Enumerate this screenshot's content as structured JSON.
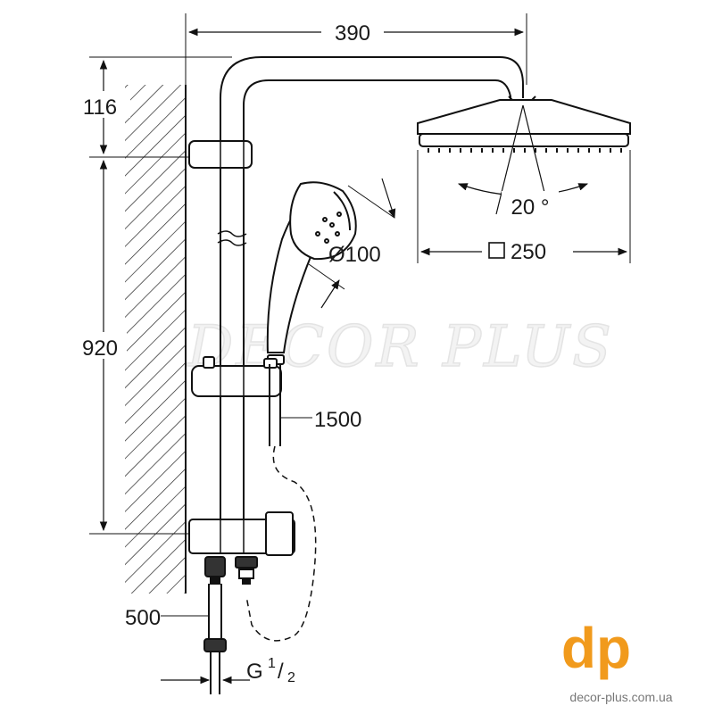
{
  "dimensions": {
    "width_top": "390",
    "height_upper": "116",
    "height_main": "920",
    "head_diameter": "Ø100",
    "hose_length": "1500",
    "angle": "20 °",
    "head_size": "250",
    "lower_hose": "500",
    "thread_prefix": "G",
    "thread_num": "1",
    "thread_den": "2"
  },
  "watermark": {
    "text": "DECOR PLUS"
  },
  "brand": {
    "logo": "dp",
    "website": "decor-plus.com.ua",
    "color": "#f19a1c"
  }
}
